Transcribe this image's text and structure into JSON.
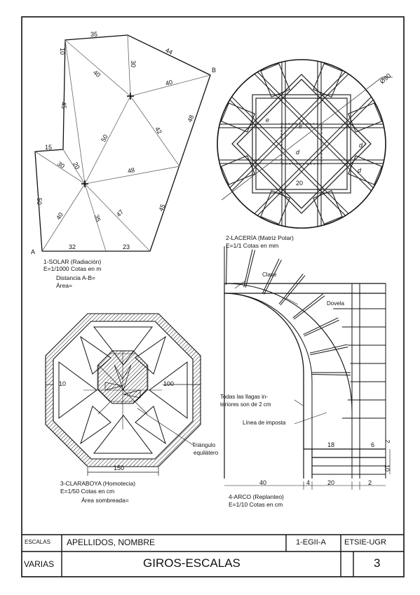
{
  "solar": {
    "point_a": "A",
    "point_b": "B",
    "title": "1-SOLAR (Radiación)",
    "scale": "E=1/1000  Cotas en m",
    "distance": "Distancia A-B=",
    "area": "Área=",
    "dims": {
      "top": "35",
      "upper_left": "10",
      "left_mid": "45",
      "step": "15",
      "left_low": "50",
      "diag_30": "30",
      "diag_20": "20",
      "diag_40a": "40",
      "diag_40b": "40",
      "diag_40c": "40",
      "diag_30v": "30",
      "diag_44": "44",
      "diag_50": "50",
      "diag_42": "42",
      "diag_48a": "48",
      "diag_48b": "48",
      "diag_45": "45",
      "diag_35": "35",
      "diag_47": "47",
      "base_32": "32",
      "base_23": "23"
    }
  },
  "laceria": {
    "title": "2-LACERÍA (Matriz Polar)",
    "scale": "E=1/1  Cotas en mm",
    "dims": {
      "diameter": "Ø90",
      "e1": "e",
      "e2": "e",
      "d1": "d",
      "d2": "d",
      "d3": "d",
      "w20": "20"
    }
  },
  "claraboya": {
    "title": "3-CLARABOYA (Homotecia)",
    "scale": "E=1/50  Cotas en cm",
    "area": "Área sombreada=",
    "triangle_label_1": "Triángulo",
    "triangle_label_2": "equilátero",
    "dims": {
      "left": "10",
      "right": "100",
      "bottom": "150"
    }
  },
  "arco": {
    "title": "4-ARCO (Replanteo)",
    "scale": "E=1/10  Cotas en cm",
    "clave": "Clave",
    "dovela": "Dovela",
    "llagas_1": "Todas las llagas in-",
    "llagas_2": "teriores son de 2 cm",
    "imposta": "Línea de imposta",
    "dims": {
      "d18": "18",
      "d6": "6",
      "d2v": "2",
      "d10": "10",
      "d40": "40",
      "d4": "4",
      "d20": "20",
      "d2h": "2"
    }
  },
  "title_block": {
    "escalas_label": "ESCALAS",
    "name": "APELLIDOS, NOMBRE",
    "group": "1-EGII-A",
    "school": "ETSIE-UGR",
    "scales_value": "VARIAS",
    "title": "GIROS-ESCALAS",
    "sheet_number": "3"
  }
}
